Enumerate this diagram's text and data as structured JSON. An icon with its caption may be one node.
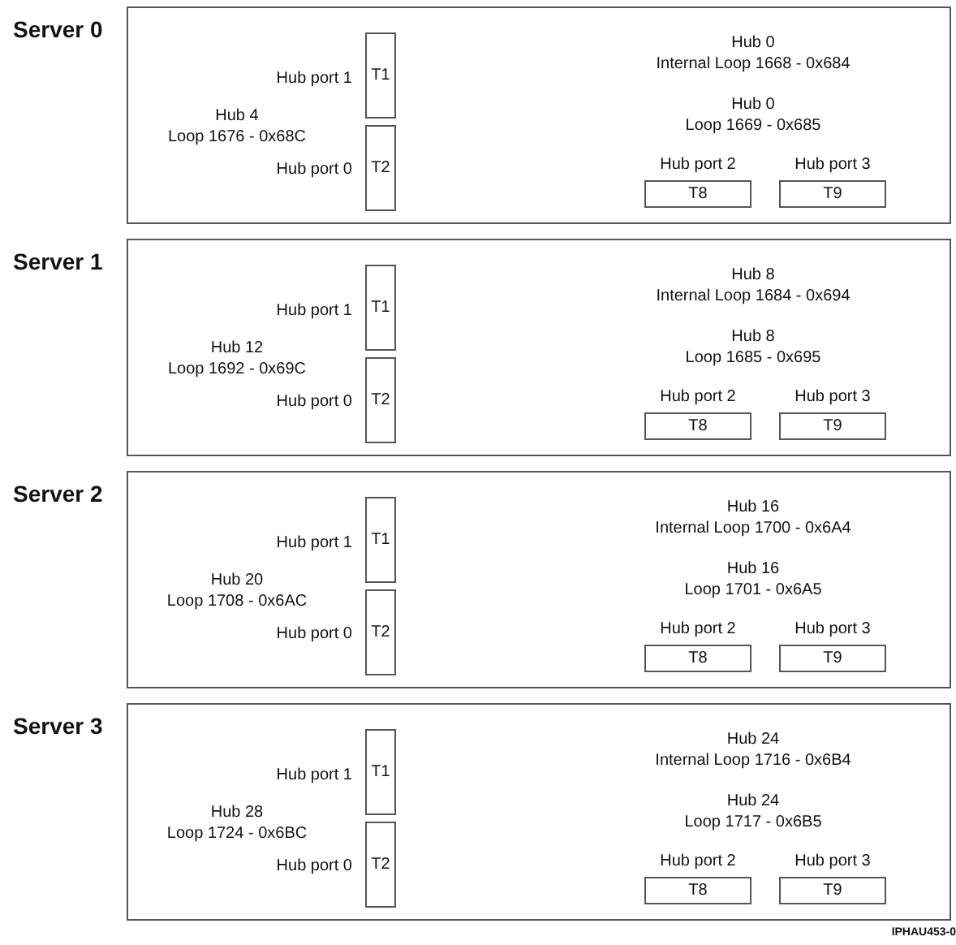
{
  "diagram": {
    "nodes": [
      {
        "text": [
          "Server 0",
          "Hub 4 Loop 1676 - 0x68C",
          "Hub 0 Internal Loop 1668 - 0x684",
          "Hub 0 Loop 1669 - 0x685"
        ]
      },
      {
        "text": [
          "T1"
        ],
        "in": 0,
        "beside": [
          "Hub port 1"
        ]
      },
      {
        "text": [
          "T2"
        ],
        "in": 0,
        "beside": [
          "Hub port 0"
        ]
      },
      {
        "text": [
          "T8"
        ],
        "in": 0,
        "beside": [
          "Hub port 2"
        ]
      },
      {
        "text": [
          "T9"
        ],
        "in": 0,
        "beside": [
          "Hub port 3"
        ]
      },
      {
        "text": [
          "Server 1",
          "Hub 12 Loop 1692 - 0x69C",
          "Hub 8 Internal Loop 1684 - 0x694",
          "Hub 8 Loop 1685 - 0x695"
        ]
      },
      {
        "text": [
          "T1"
        ],
        "in": 5,
        "beside": [
          "Hub port 1"
        ]
      },
      {
        "text": [
          "T2"
        ],
        "in": 5,
        "beside": [
          "Hub port 0"
        ]
      },
      {
        "text": [
          "T8"
        ],
        "in": 5,
        "beside": [
          "Hub port 2"
        ]
      },
      {
        "text": [
          "T9"
        ],
        "in": 5,
        "beside": [
          "Hub port 3"
        ]
      },
      {
        "text": [
          "Server 2",
          "Hub 20 Loop 1708 - 0x6AC",
          "Hub 16 Internal Loop 1700 - 0x6A4",
          "Hub 16 Loop 1701 - 0x6A5"
        ]
      },
      {
        "text": [
          "T1"
        ],
        "in": 10,
        "beside": [
          "Hub port 1"
        ]
      },
      {
        "text": [
          "T2"
        ],
        "in": 10,
        "beside": [
          "Hub port 0"
        ]
      },
      {
        "text": [
          "T8"
        ],
        "in": 10,
        "beside": [
          "Hub port 2"
        ]
      },
      {
        "text": [
          "T9"
        ],
        "in": 10,
        "beside": [
          "Hub port 3"
        ]
      },
      {
        "text": [
          "Server 3",
          "Hub 28 Loop 1724 - 0x6BC",
          "Hub 24 Internal Loop 1716 - 0x6B4",
          "Hub 24 Loop 1717 - 0x6B5"
        ]
      },
      {
        "text": [
          "T1"
        ],
        "in": 15,
        "beside": [
          "Hub port 1"
        ]
      },
      {
        "text": [
          "T2"
        ],
        "in": 15,
        "beside": [
          "Hub port 0"
        ]
      },
      {
        "text": [
          "T8"
        ],
        "in": 15,
        "beside": [
          "Hub port 2"
        ]
      },
      {
        "text": [
          "T9"
        ],
        "in": 15,
        "beside": [
          "Hub port 3"
        ]
      }
    ],
    "edges": [],
    "labels": [
      "IPHAU453-0"
    ]
  }
}
